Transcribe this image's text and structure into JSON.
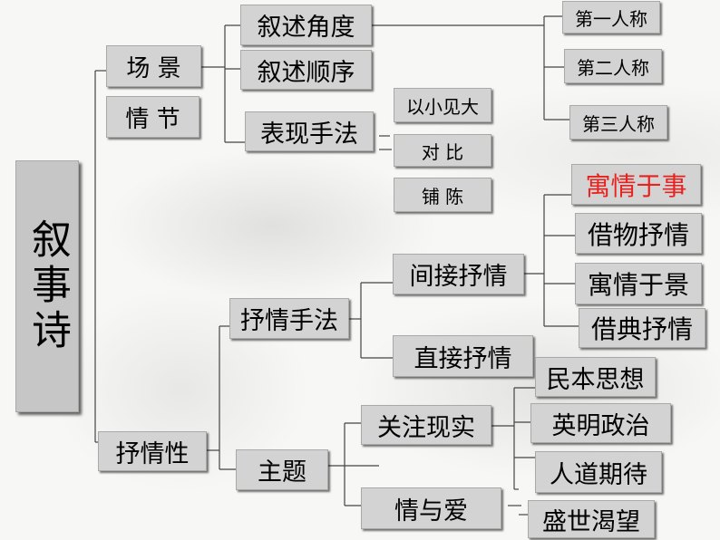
{
  "title": "叙事诗",
  "nodes": {
    "changjing": "场 景",
    "qingjie": "情 节",
    "xushu_jiaodu": "叙述角度",
    "xushu_shunxu": "叙述顺序",
    "biaoxian_shoufa": "表现手法",
    "p1": "第一人称",
    "p2": "第二人称",
    "p3": "第三人称",
    "yixiao_jianda": "以小见大",
    "duibi": "对  比",
    "puchen": "铺  陈",
    "yuqing_yushi": "寓情于事",
    "jiewu_shuqing": "借物抒情",
    "yuqing_yujing": "寓情于景",
    "jiedian_shuqing": "借典抒情",
    "jianjie_shuqing": "间接抒情",
    "zhijie_shuqing": "直接抒情",
    "shuqing_shoufa": "抒情手法",
    "minben_sixiang": "民本思想",
    "yingming_zhengzhi": "英明政治",
    "rendao_qidai": "人道期待",
    "shengshi_kewang": "盛世渴望",
    "guanzhu_xianshi": "关注现实",
    "qingyu_ai": "情与爱",
    "zhuti": "主题",
    "shuqingxing": "抒情性"
  },
  "colors": {
    "box_fill": "#d3d3d3",
    "highlight_text": "#e8221f",
    "line": "#444444"
  }
}
